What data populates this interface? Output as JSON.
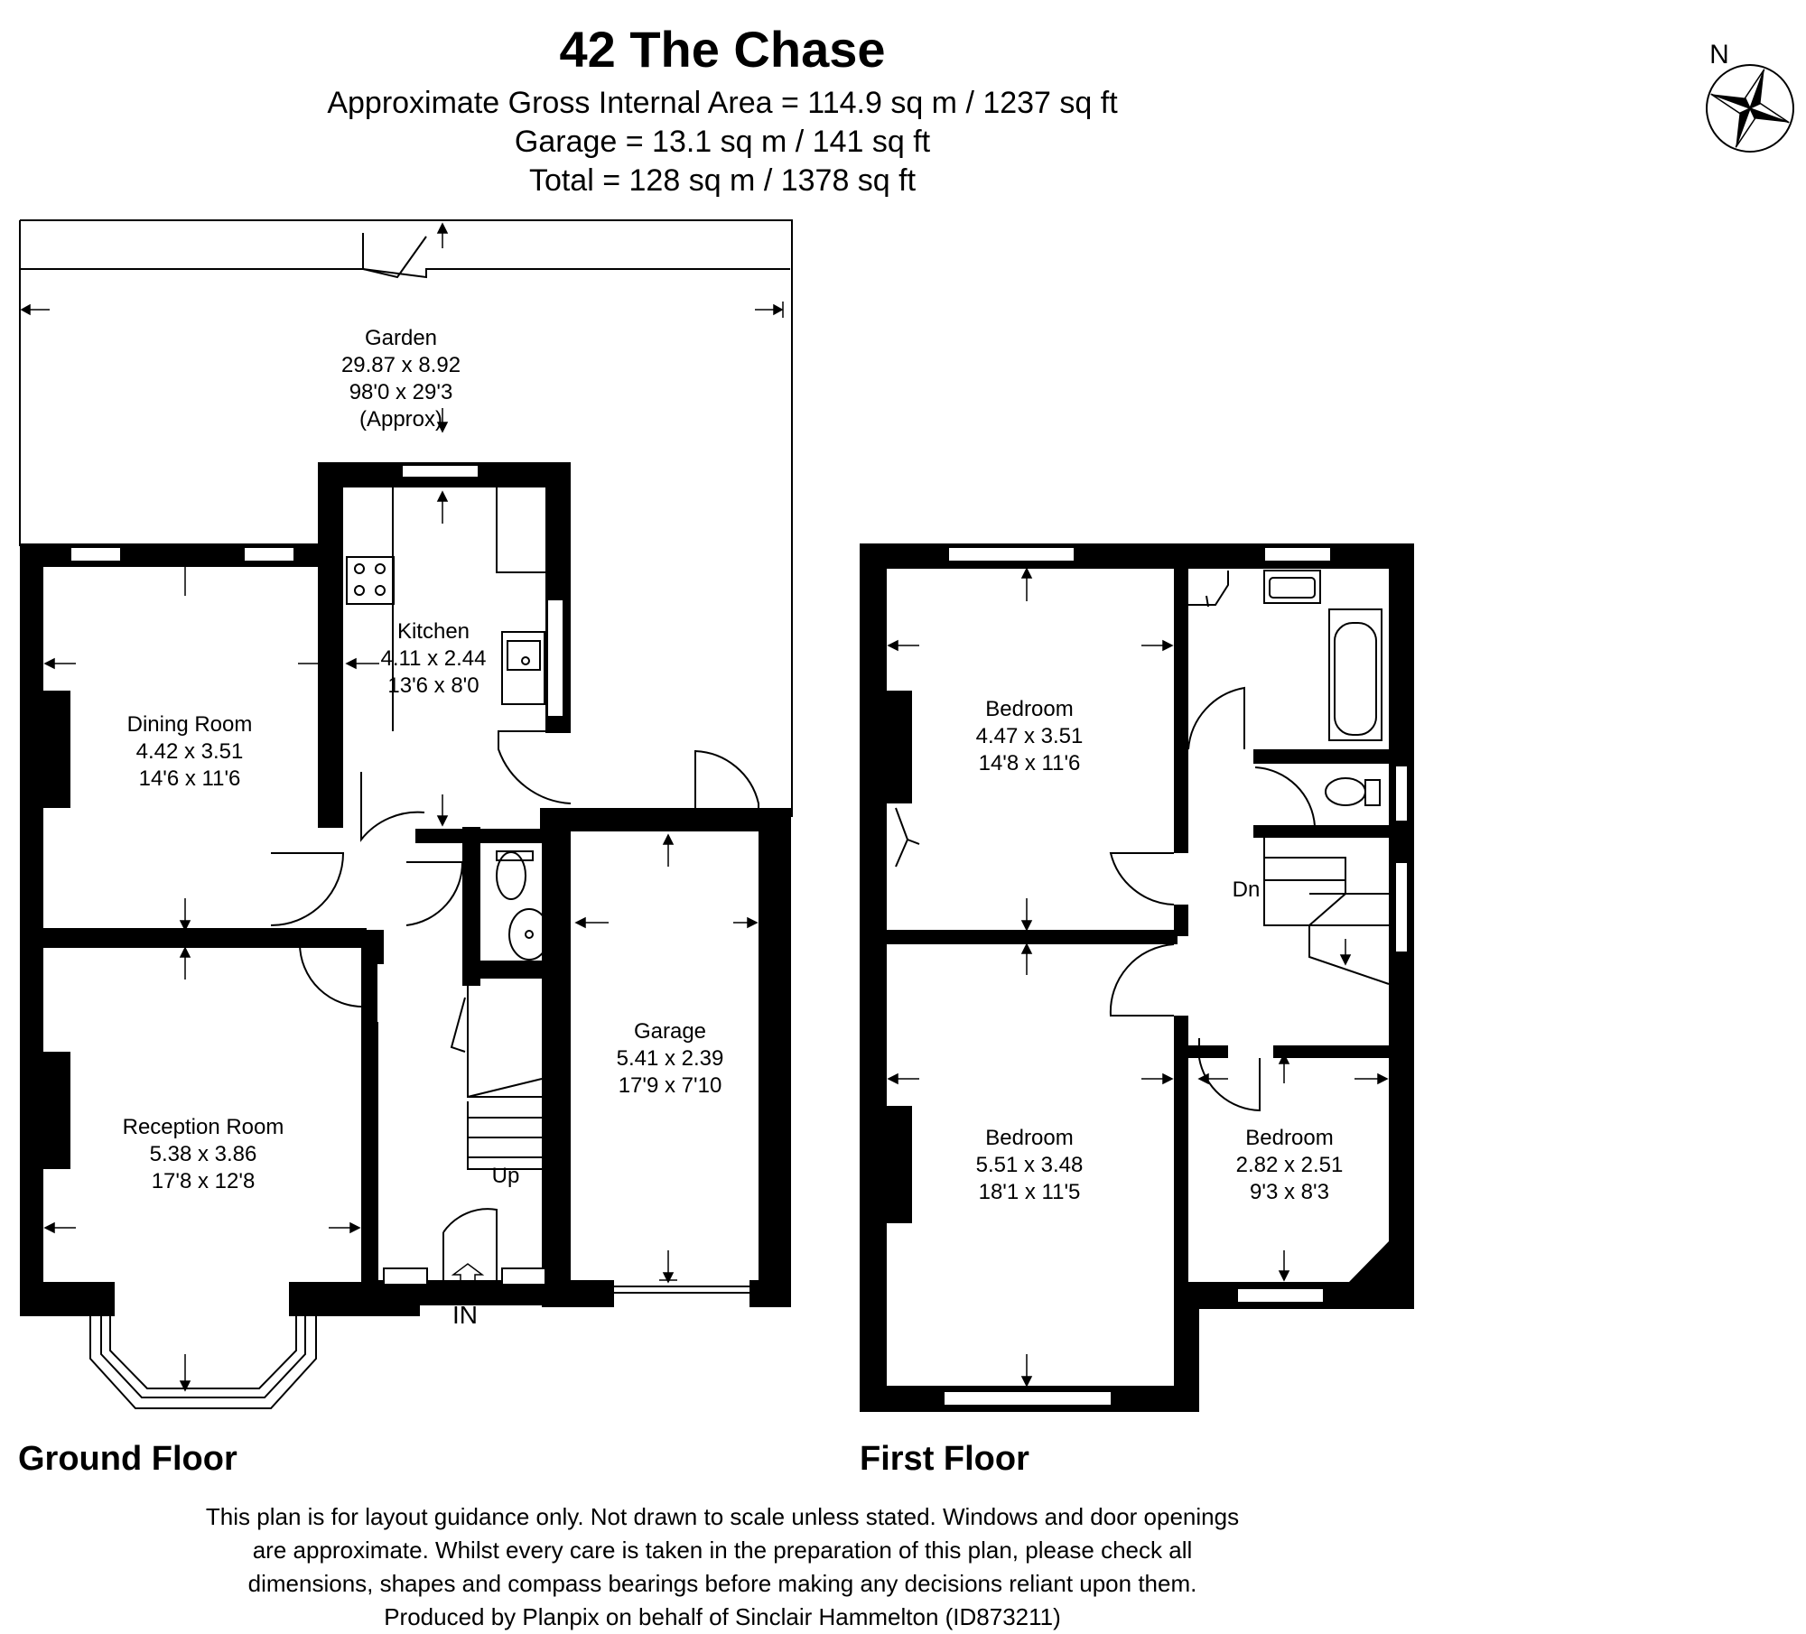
{
  "header": {
    "title": "42 The Chase",
    "area_line": "Approximate Gross Internal Area = 114.9 sq m / 1237 sq ft",
    "garage_line": "Garage = 13.1 sq m / 141 sq ft",
    "total_line": "Total = 128 sq m / 1378 sq ft"
  },
  "compass": {
    "label": "N"
  },
  "ground_floor": {
    "label": "Ground Floor",
    "entrance_label": "IN",
    "stairs_label": "Up",
    "rooms": {
      "garden": {
        "name": "Garden",
        "metric": "29.87 x 8.92",
        "imperial": "98'0 x 29'3",
        "note": "(Approx)"
      },
      "kitchen": {
        "name": "Kitchen",
        "metric": "4.11 x 2.44",
        "imperial": "13'6 x 8'0"
      },
      "dining": {
        "name": "Dining Room",
        "metric": "4.42 x 3.51",
        "imperial": "14'6 x 11'6"
      },
      "reception": {
        "name": "Reception Room",
        "metric": "5.38 x 3.86",
        "imperial": "17'8 x 12'8"
      },
      "garage": {
        "name": "Garage",
        "metric": "5.41 x 2.39",
        "imperial": "17'9 x 7'10"
      }
    }
  },
  "first_floor": {
    "label": "First Floor",
    "stairs_label": "Dn",
    "rooms": {
      "bedroom_rear": {
        "name": "Bedroom",
        "metric": "4.47 x 3.51",
        "imperial": "14'8 x 11'6"
      },
      "bedroom_front": {
        "name": "Bedroom",
        "metric": "5.51 x 3.48",
        "imperial": "18'1 x 11'5"
      },
      "bedroom_small": {
        "name": "Bedroom",
        "metric": "2.82 x 2.51",
        "imperial": "9'3 x 8'3"
      }
    }
  },
  "disclaimer": {
    "line1": "This plan is for layout guidance only. Not drawn to scale unless stated. Windows and door openings",
    "line2": "are approximate. Whilst every care is taken in the preparation of this plan, please check all",
    "line3": "dimensions, shapes and compass bearings before making any decisions reliant upon them.",
    "line4": "Produced by Planpix on behalf of Sinclair Hammelton (ID873211)"
  },
  "colors": {
    "wall": "#000000",
    "background": "#ffffff",
    "line": "#000000"
  }
}
